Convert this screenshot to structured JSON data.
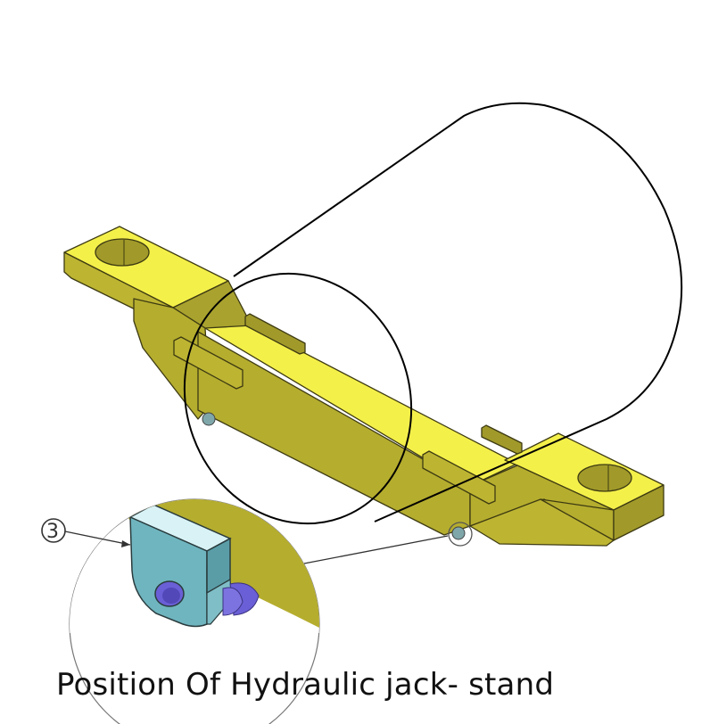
{
  "figure": {
    "caption": "Position Of Hydraulic jack- stand",
    "callout": {
      "label": "3"
    },
    "colors": {
      "beam_top": "#f4f04a",
      "beam_side": "#bdb532",
      "beam_dark": "#a19a2a",
      "edge": "#3d3a12",
      "cylinder_outline": "#000000",
      "part_face": "#6fb5bf",
      "part_top": "#d8f2f6",
      "part_pin": "#6a5fd6",
      "lens_fill": "#b5ad2e"
    },
    "parts": [
      {
        "name": "jack-stand beam",
        "type": "yellow isometric bar with end pads and holes"
      },
      {
        "name": "cylinder",
        "type": "outline drawing resting on beam"
      },
      {
        "name": "part 3",
        "type": "bracket with pin shown in magnified callout"
      }
    ]
  }
}
